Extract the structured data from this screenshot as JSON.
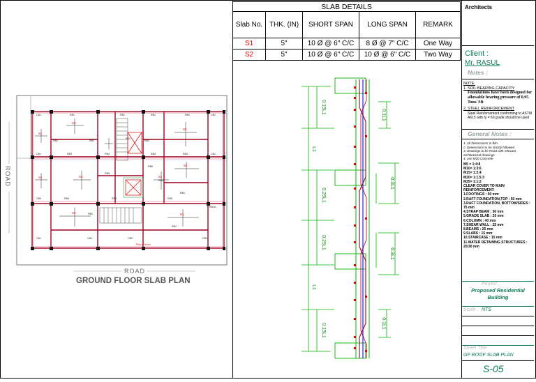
{
  "slab_table": {
    "title": "SLAB DETAILS",
    "headers": [
      "Slab No.",
      "THK. (IN)",
      "SHORT SPAN",
      "LONG SPAN",
      "REMARK"
    ],
    "rows": [
      [
        "S1",
        "5\"",
        "10 Ø @ 6\" C/C",
        "8 Ø @ 7\" C/C",
        "One Way"
      ],
      [
        "S2",
        "5\"",
        "10 Ø @ 6\" C/C",
        "10 Ø @ 6\" C/C",
        "Two Way"
      ]
    ]
  },
  "plan": {
    "road_left": "ROAD",
    "road_bottom": "ROAD",
    "title": "GROUND FLOOR SLAB PLAN",
    "slab_labels": [
      "S1",
      "S2",
      "S1",
      "S2",
      "S2",
      "S1",
      "S2",
      "S1"
    ],
    "beam_labels": [
      "RB1",
      "RB2",
      "RB3",
      "RB4",
      "RB5",
      "RB6",
      "CB1",
      "CB2",
      "CB3",
      "CB4"
    ]
  },
  "section": {
    "dims_left": [
      "0.15L1",
      "L1",
      "0.25L1",
      "0.25L1",
      "L1",
      "0.15L1"
    ],
    "dims_right": [
      "0.1L1",
      "0.3L1",
      "0.3L1",
      "0.1L1"
    ],
    "colors": {
      "line": "#00b000",
      "bar": "#e00000",
      "beam": "#a0001e",
      "slab": "#2020ff"
    }
  },
  "panel": {
    "architects": "Architects",
    "client_label": "Client :",
    "client_name": "Mr. RASUL",
    "notes_label": "Notes :",
    "note_heading": "NOTE:",
    "note_1_title": "1. SOIL BEARING CAPACITY",
    "note_1_body": "Foundations have been designed for allowable bearing pressure of 0.95 Tons/ Sft",
    "note_2_title": "2. STEEL REINFORCEMENT",
    "note_2_body": "Steel Reinforcement conforming to ASTM A615 with fy = 60 grade should be used",
    "general_notes_label": "General  Notes :",
    "general_notes": [
      "1. All Dimensions in ft/in.",
      "2. Dimensions to be strictly followed",
      "3. Drawings to be Read with relevant architectural drawings",
      "4. use M20 Concrete"
    ],
    "mix_lines": [
      "M5 = 1:4:8",
      "M10= 1:3:6",
      "M15= 1:2:4",
      "M20= 1:1.5:3",
      "M25= 1:1:2"
    ],
    "cover_title": "CLEAR COVER TO MAIN REINFORCEMENT:",
    "cover_lines": [
      "1.FOOTINGS : 50 mm",
      "2.RAFT FOUNDATION,TOP : 50 mm",
      "3.RAFT FOUNDATION, BOTTOM/SIDES : 75 mm",
      "4.STRAP BEAM : 50 mm",
      "5.GRADE SLAB : 20 mm",
      "6.COLUMN : 40 mm",
      "7.SHEAR WALL : 25 mm",
      "8.BEAMS : 25 mm",
      "9.SLABS : 15 mm",
      "10.STAIRCASE : 15 mm",
      "11.WATER RETAINING STRUCTURES : 20/30 mm"
    ],
    "project_label": "Project :",
    "project_name": "Proposed Residential Building",
    "scale_label": "Scale :",
    "scale_value": "NTS",
    "sheet_title_label": "Sheet Title",
    "sheet_title": "GF ROOF SLAB PLAN",
    "sheet_no": "S-05"
  }
}
